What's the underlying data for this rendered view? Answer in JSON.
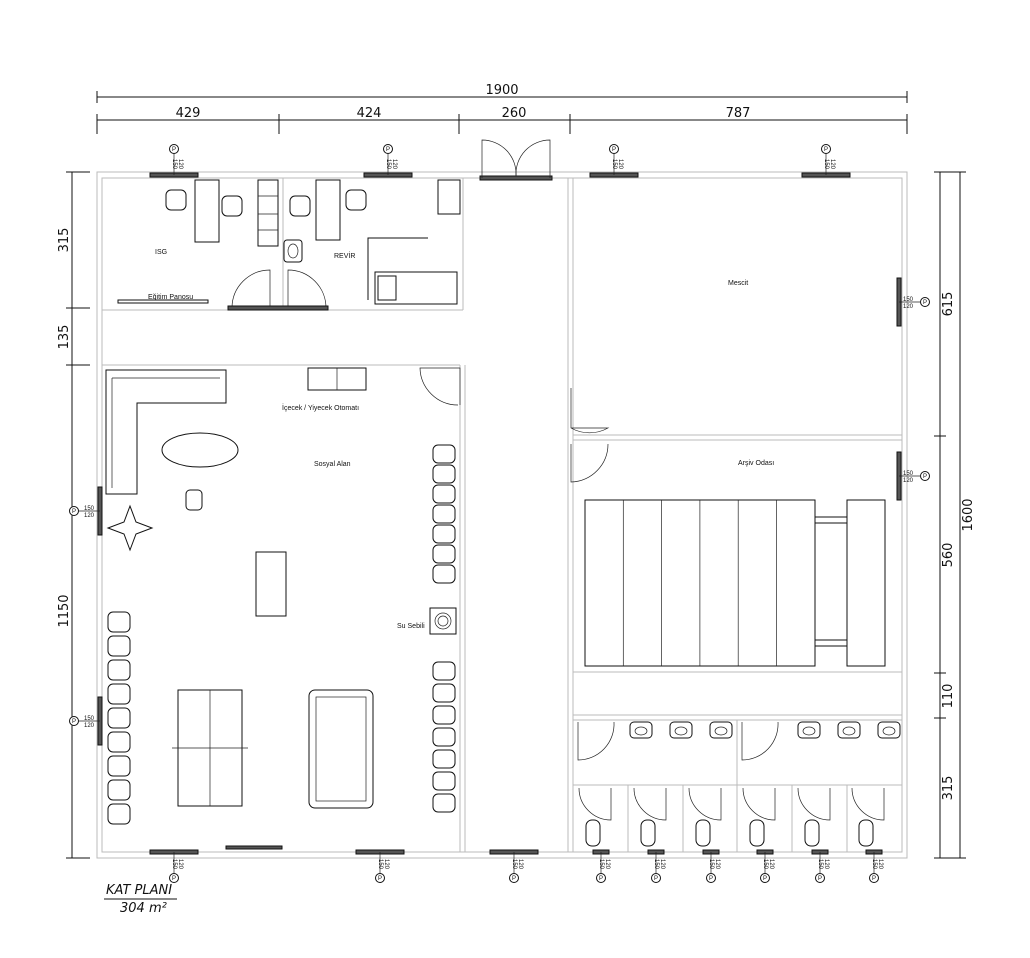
{
  "dimensions": {
    "top_total": "1900",
    "top_segments": [
      "429",
      "424",
      "260",
      "787"
    ],
    "right_total": "1600",
    "right_segments": [
      "615",
      "560",
      "110",
      "315"
    ],
    "left_segments": [
      "315",
      "135",
      "1150"
    ]
  },
  "rooms": {
    "isg": "ISG",
    "revir": "REVİR",
    "egitim_panosu": "Eğitim Panosu",
    "mescit": "Mescit",
    "otomat": "İçecek / Yiyecek Otomatı",
    "sosyal_alan": "Sosyal Alan",
    "arsiv": "Arşiv Odası",
    "su_sebili": "Su Sebili"
  },
  "window_tag": {
    "width": "150",
    "height": "120",
    "mark": "P"
  },
  "title": {
    "name": "KAT  PLANI",
    "area": "304 m²"
  }
}
